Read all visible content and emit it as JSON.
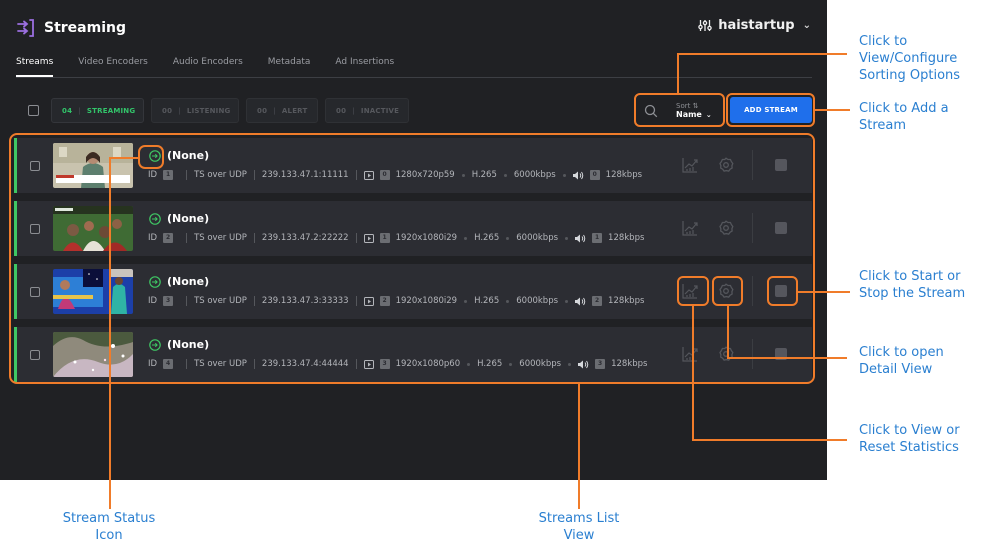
{
  "app": {
    "title": "Streaming",
    "icon": "streaming-icon",
    "user": {
      "name": "haistartup",
      "icon": "sliders-icon"
    }
  },
  "tabs": [
    {
      "label": "Streams",
      "active": true
    },
    {
      "label": "Video Encoders",
      "active": false
    },
    {
      "label": "Audio Encoders",
      "active": false
    },
    {
      "label": "Metadata",
      "active": false
    },
    {
      "label": "Ad Insertions",
      "active": false
    }
  ],
  "filters": [
    {
      "count": "04",
      "label": "STREAMING",
      "active": true
    },
    {
      "count": "00",
      "label": "LISTENING",
      "active": false
    },
    {
      "count": "00",
      "label": "ALERT",
      "active": false
    },
    {
      "count": "00",
      "label": "INACTIVE",
      "active": false
    }
  ],
  "sort": {
    "label": "Sort",
    "value": "Name"
  },
  "add_stream_label": "ADD STREAM",
  "colors": {
    "accent": "#1f6feb",
    "streaming": "#3fc764",
    "annotation_line": "#f07c2a",
    "annotation_text": "#2a7fd0"
  },
  "streams": [
    {
      "name": "(None)",
      "id_label": "ID",
      "id": "1",
      "protocol": "TS over UDP",
      "address": "239.133.47.1:11111",
      "video_idx": "0",
      "resolution": "1280x720p59",
      "codec": "H.265",
      "video_bitrate": "6000kbps",
      "audio_idx": "0",
      "audio_bitrate": "128kbps"
    },
    {
      "name": "(None)",
      "id_label": "ID",
      "id": "2",
      "protocol": "TS over UDP",
      "address": "239.133.47.2:22222",
      "video_idx": "1",
      "resolution": "1920x1080i29",
      "codec": "H.265",
      "video_bitrate": "6000kbps",
      "audio_idx": "1",
      "audio_bitrate": "128kbps"
    },
    {
      "name": "(None)",
      "id_label": "ID",
      "id": "3",
      "protocol": "TS over UDP",
      "address": "239.133.47.3:33333",
      "video_idx": "2",
      "resolution": "1920x1080i29",
      "codec": "H.265",
      "video_bitrate": "6000kbps",
      "audio_idx": "2",
      "audio_bitrate": "128kbps"
    },
    {
      "name": "(None)",
      "id_label": "ID",
      "id": "4",
      "protocol": "TS over UDP",
      "address": "239.133.47.4:44444",
      "video_idx": "3",
      "resolution": "1920x1080p60",
      "codec": "H.265",
      "video_bitrate": "6000kbps",
      "audio_idx": "3",
      "audio_bitrate": "128kbps"
    }
  ],
  "annotations": {
    "sorting": "Click to View/Configure Sorting Options",
    "add_stream": "Click to Add a Stream",
    "start_stop": "Click to Start or Stop the Stream",
    "detail_view": "Click to open Detail View",
    "statistics": "Click to View or Reset Statistics",
    "status_icon": "Stream Status Icon",
    "list_view": "Streams List View"
  }
}
